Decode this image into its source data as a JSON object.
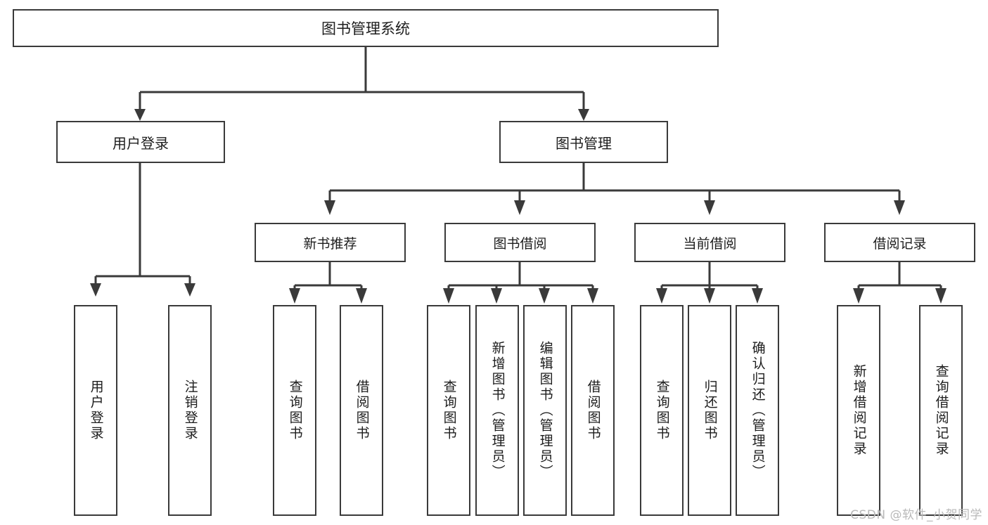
{
  "diagram": {
    "title": "图书管理系统",
    "type": "tree",
    "watermark": "CSDN @软件_小贺同学",
    "root": {
      "label": "图书管理系统"
    },
    "level2": [
      {
        "label": "用户登录"
      },
      {
        "label": "图书管理"
      }
    ],
    "level3": [
      {
        "label": "新书推荐"
      },
      {
        "label": "图书借阅"
      },
      {
        "label": "当前借阅"
      },
      {
        "label": "借阅记录"
      }
    ],
    "leaves": [
      {
        "label": "用户登录"
      },
      {
        "label": "注销登录"
      },
      {
        "label": "查询图书"
      },
      {
        "label": "借阅图书"
      },
      {
        "label": "查询图书"
      },
      {
        "label": "新增图书（管理员）"
      },
      {
        "label": "编辑图书（管理员）"
      },
      {
        "label": "借阅图书"
      },
      {
        "label": "查询图书"
      },
      {
        "label": "归还图书"
      },
      {
        "label": "确认归还（管理员）"
      },
      {
        "label": "新增借阅记录"
      },
      {
        "label": "查询借阅记录"
      }
    ],
    "colors": {
      "stroke": "#3a3a3a",
      "fill": "#ffffff",
      "text": "#1d1d1d",
      "watermark": "#b9b9b9"
    }
  }
}
